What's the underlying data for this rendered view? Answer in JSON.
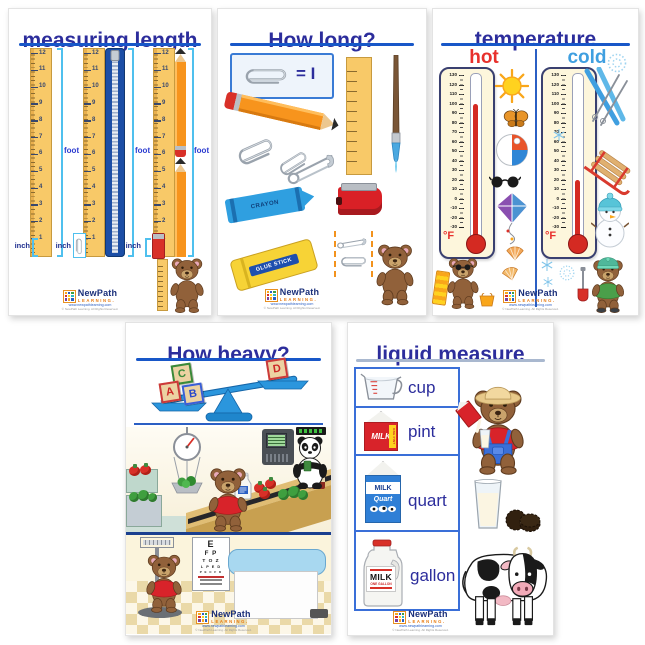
{
  "brand": {
    "name": "NewPath",
    "tagline": "LEARNING.",
    "url": "www.newpathlearning.com",
    "copyright": "© NewPath Learning. All Rights Reserved."
  },
  "posters": {
    "measuring_length": {
      "title": "measuring length",
      "ruler_numbers": [
        12,
        11,
        10,
        9,
        8,
        7,
        6,
        5,
        4,
        3,
        2,
        1
      ],
      "foot_label": "foot",
      "inch_label": "inch"
    },
    "how_long": {
      "title": "How long?",
      "key_text": "= I",
      "crayon_label": "CRAYON",
      "glue_label": "GLUE STICK"
    },
    "temperature": {
      "title": "temperature",
      "hot_label": "hot",
      "cold_label": "cold",
      "unit": "°F",
      "scale": [
        130,
        120,
        110,
        100,
        90,
        80,
        70,
        60,
        50,
        40,
        30,
        20,
        10,
        0,
        -10,
        -20,
        -30
      ],
      "hot_reading_f": 100,
      "cold_reading_f": 20
    },
    "how_heavy": {
      "title": "How heavy?",
      "blocks_left": [
        "C",
        "A",
        "B"
      ],
      "blocks_right": [
        "D"
      ],
      "eye_chart_rows": [
        "E",
        "F P",
        "T O Z",
        "L P E D",
        "P E C F D"
      ]
    },
    "liquid_measure": {
      "title": "liquid measure",
      "rows": [
        {
          "item": "measuring-cup",
          "label": "cup"
        },
        {
          "item": "pint-carton",
          "label": "pint"
        },
        {
          "item": "quart-carton",
          "label": "quart"
        },
        {
          "item": "gallon-jug",
          "label": "gallon"
        }
      ],
      "carton_text": {
        "milk": "MILK",
        "pint": "ONE PINT",
        "quart": "Quart",
        "gallon": "ONE GALLON"
      }
    }
  },
  "colors": {
    "title_navy": "#2c2d9c",
    "rule_blue": "#1857c8",
    "hot_red": "#e8302c",
    "cold_blue": "#3f9fe0",
    "ruler_yellow": "#f8c968",
    "bracket_lightblue": "#4fc0ee",
    "logo_cells": [
      "#f9a61a",
      "#2b5fc4",
      "#3f9f3f",
      "#d83028",
      "#ffd21f",
      "#2bb8c4",
      "#7a3fa0",
      "#f9a61a",
      "#2b5fc4"
    ]
  }
}
